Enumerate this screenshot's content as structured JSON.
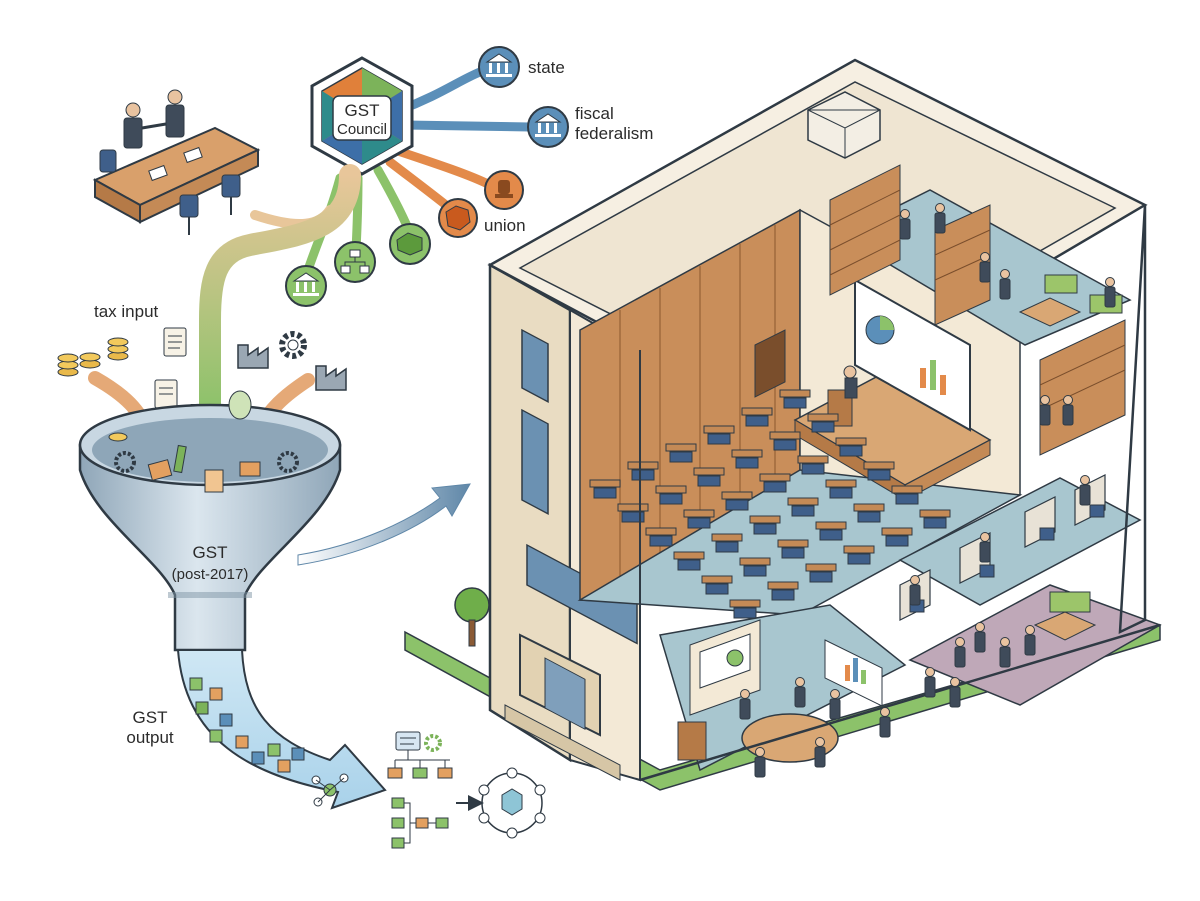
{
  "labels": {
    "council_line1": "GST",
    "council_line2": "Council",
    "state": "state",
    "fiscal_line1": "fiscal",
    "fiscal_line2": "federalism",
    "union": "union",
    "tax_input": "tax input",
    "funnel_line1": "GST",
    "funnel_line2": "(post-2017)",
    "output_line1": "GST",
    "output_line2": "output"
  },
  "colors": {
    "outline": "#2f3a44",
    "council_teal": "#2e8b8b",
    "council_orange": "#e0803a",
    "council_blue": "#3d6fa8",
    "council_green": "#7cb35a",
    "branch_blue": "#5b8fb9",
    "branch_orange": "#e38a4a",
    "branch_green": "#8cc26a",
    "funnel_metal": "#a9bccb",
    "output_stream": "#b9dcef",
    "wall_cream": "#efe4cf",
    "wood": "#c98e5a",
    "floor_blue": "#a8c6cf",
    "chair_blue": "#3f5f8a"
  },
  "icons": [
    "handshake-meeting-icon",
    "bank-icon",
    "org-chart-icon",
    "map-icon",
    "emblem-icon",
    "coins-icon",
    "document-icon",
    "factory-icon",
    "gear-icon",
    "network-icon",
    "flowchart-icon"
  ]
}
